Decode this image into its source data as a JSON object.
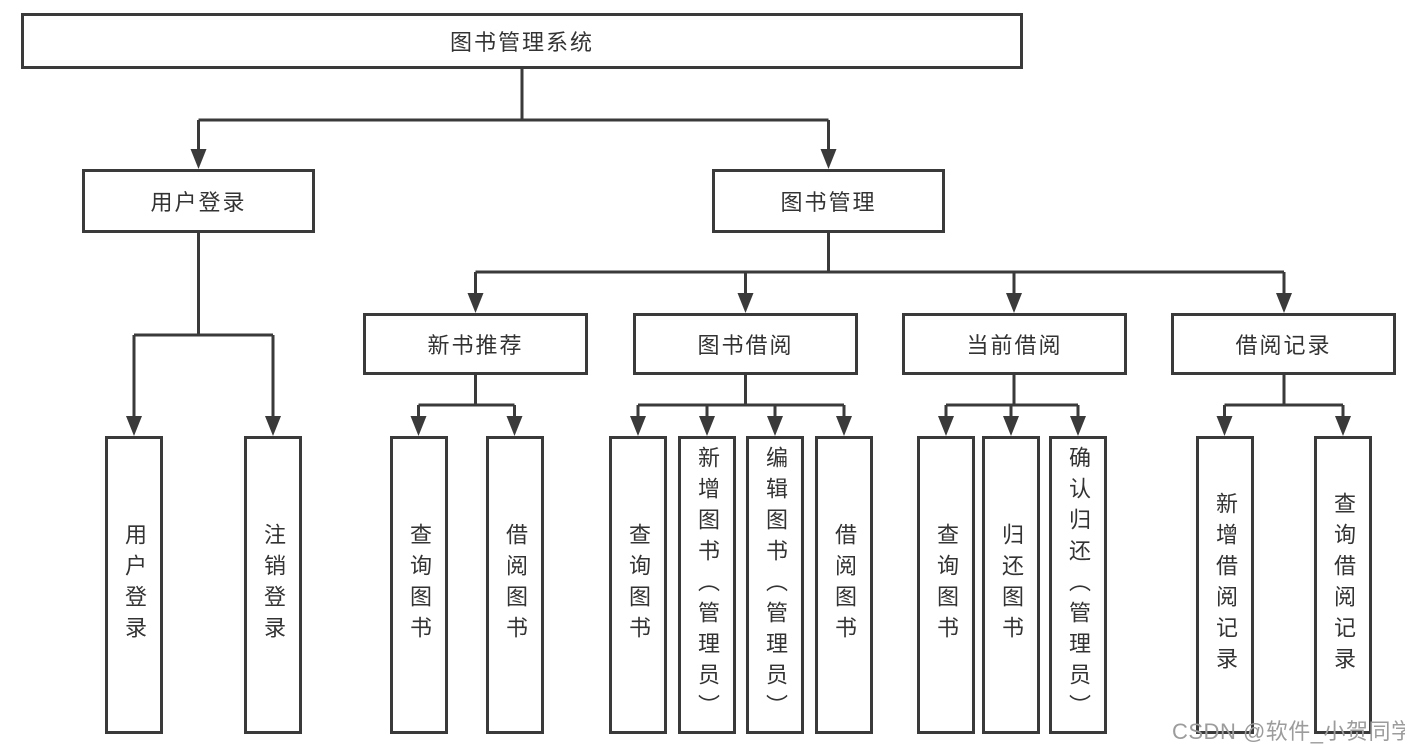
{
  "tree": {
    "root": "图书管理系统",
    "children": [
      {
        "label": "用户登录",
        "children": [
          {
            "label": "用户登录"
          },
          {
            "label": "注销登录"
          }
        ]
      },
      {
        "label": "图书管理",
        "children": [
          {
            "label": "新书推荐",
            "children": [
              {
                "label": "查询图书"
              },
              {
                "label": "借阅图书"
              }
            ]
          },
          {
            "label": "图书借阅",
            "children": [
              {
                "label": "查询图书"
              },
              {
                "label": "新增图书（管理员）"
              },
              {
                "label": "编辑图书（管理员）"
              },
              {
                "label": "借阅图书"
              }
            ]
          },
          {
            "label": "当前借阅",
            "children": [
              {
                "label": "查询图书"
              },
              {
                "label": "归还图书"
              },
              {
                "label": "确认归还（管理员）"
              }
            ]
          },
          {
            "label": "借阅记录",
            "children": [
              {
                "label": "新增借阅记录"
              },
              {
                "label": "查询借阅记录"
              }
            ]
          }
        ]
      }
    ]
  },
  "watermark": {
    "text": "CSDN @软件_小贺同学"
  },
  "colors": {
    "line": "#3a3a3a",
    "text": "#333333",
    "background": "#ffffff",
    "watermark": "#9c9c9c"
  }
}
